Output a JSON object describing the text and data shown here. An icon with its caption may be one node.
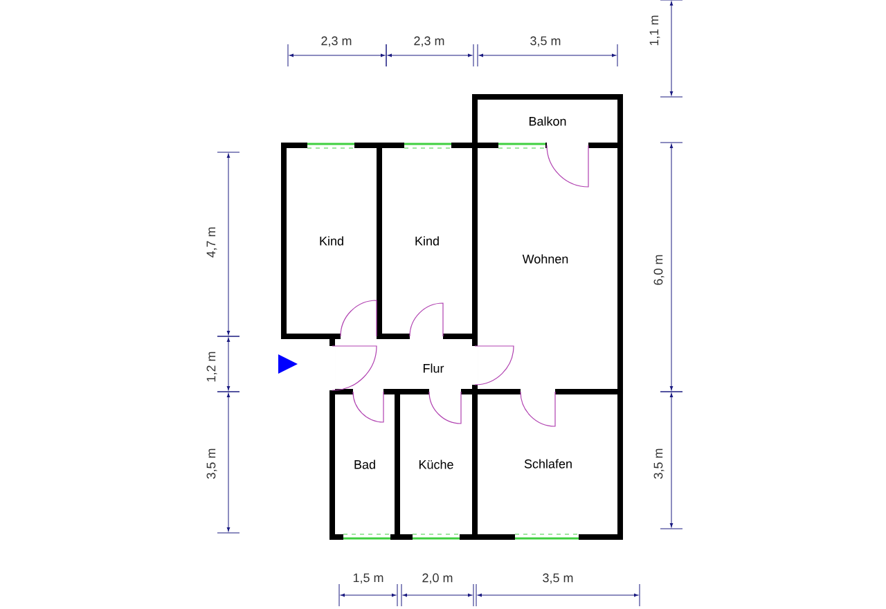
{
  "diagram": {
    "nodes": [
      {
        "text": [
          "Balkon"
        ]
      },
      {
        "text": [
          "Kind"
        ]
      },
      {
        "text": [
          "Kind"
        ]
      },
      {
        "text": [
          "Wohnen"
        ]
      },
      {
        "text": [
          "Flur"
        ]
      },
      {
        "text": [
          "Bad"
        ]
      },
      {
        "text": [
          "Küche"
        ]
      },
      {
        "text": [
          "Schlafen"
        ]
      }
    ],
    "labels": [
      "2,3 m",
      "2,3 m",
      "3,5 m",
      "1,1 m",
      "4,7 m",
      "1,2 m",
      "3,5 m",
      "6,0 m",
      "3,5 m",
      "1,5 m",
      "2,0 m",
      "3,5 m"
    ]
  }
}
